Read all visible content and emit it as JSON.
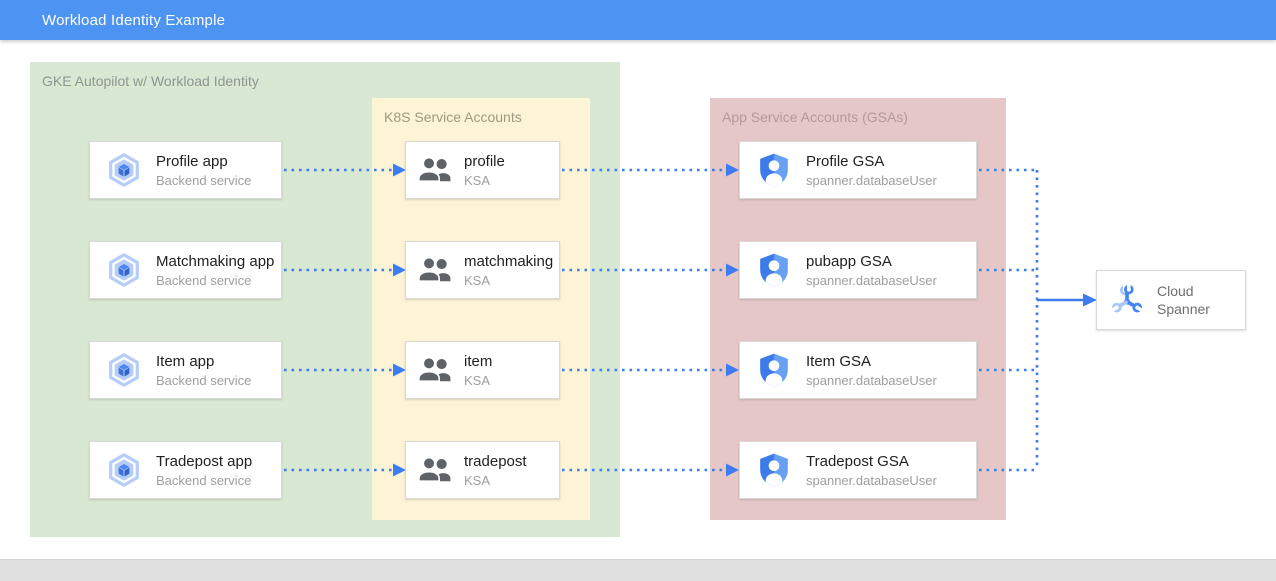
{
  "header": {
    "title": "Workload Identity Example"
  },
  "colors": {
    "header_bg": "#4d93f1",
    "gke_group_bg": "#d9e8d2",
    "ksa_group_bg": "#fdf3d5",
    "gsa_group_bg": "#e5c7c7",
    "connector_blue": "#3e7cf0",
    "bottom_bar_bg": "#e1e1e1"
  },
  "gke": {
    "title": "GKE Autopilot w/ Workload Identity",
    "apps": [
      {
        "title": "Profile app",
        "subtitle": "Backend service"
      },
      {
        "title": "Matchmaking app",
        "subtitle": "Backend service"
      },
      {
        "title": "Item app",
        "subtitle": "Backend service"
      },
      {
        "title": "Tradepost app",
        "subtitle": "Backend service"
      }
    ]
  },
  "ksa": {
    "title": "K8S Service Accounts",
    "accounts": [
      {
        "title": "profile",
        "subtitle": "KSA"
      },
      {
        "title": "matchmaking",
        "subtitle": "KSA"
      },
      {
        "title": "item",
        "subtitle": "KSA"
      },
      {
        "title": "tradepost",
        "subtitle": "KSA"
      }
    ]
  },
  "gsa": {
    "title": "App Service Accounts (GSAs)",
    "accounts": [
      {
        "title": "Profile GSA",
        "subtitle": "spanner.databaseUser"
      },
      {
        "title": "pubapp GSA",
        "subtitle": "spanner.databaseUser"
      },
      {
        "title": "Item GSA",
        "subtitle": "spanner.databaseUser"
      },
      {
        "title": "Tradepost GSA",
        "subtitle": "spanner.databaseUser"
      }
    ]
  },
  "spanner": {
    "title": "Cloud Spanner"
  },
  "icons": {
    "app": "gke-hexagon-icon",
    "ksa": "service-account-people-icon",
    "gsa": "iam-shield-person-icon",
    "spanner": "cloud-spanner-icon"
  }
}
